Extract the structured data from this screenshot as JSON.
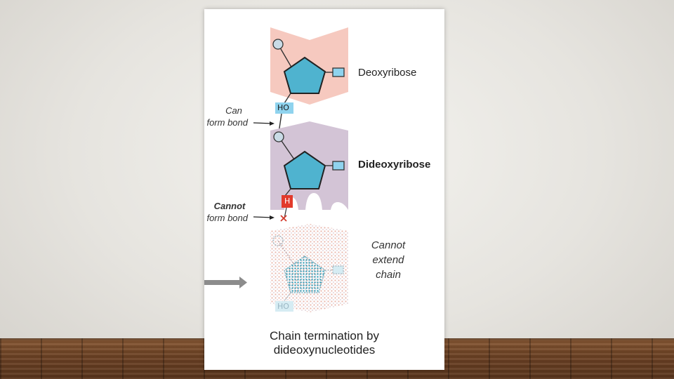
{
  "labels": {
    "deoxyribose": "Deoxyribose",
    "dideoxyribose": "Dideoxyribose",
    "can_form_bond_1": "Can",
    "can_form_bond_2": "form bond",
    "cannot_form_bond_1": "Cannot",
    "cannot_form_bond_2": "form bond",
    "cannot_extend_1": "Cannot",
    "cannot_extend_2": "extend",
    "cannot_extend_3": "chain",
    "ho_top": "HO",
    "h_mid": "H",
    "ho_bottom": "HO",
    "caption_1": "Chain termination by",
    "caption_2": "dideoxynucleotides"
  },
  "colors": {
    "deoxy_bg": "#f6c9bf",
    "dideoxy_bg": "#d3c4d6",
    "pentagon": "#4fb3cf",
    "hydroxyl_box": "#8fd3ee",
    "hydrogen_box": "#e23a2c",
    "cross": "#d33a2c",
    "arrow": "#8c8c8c"
  }
}
